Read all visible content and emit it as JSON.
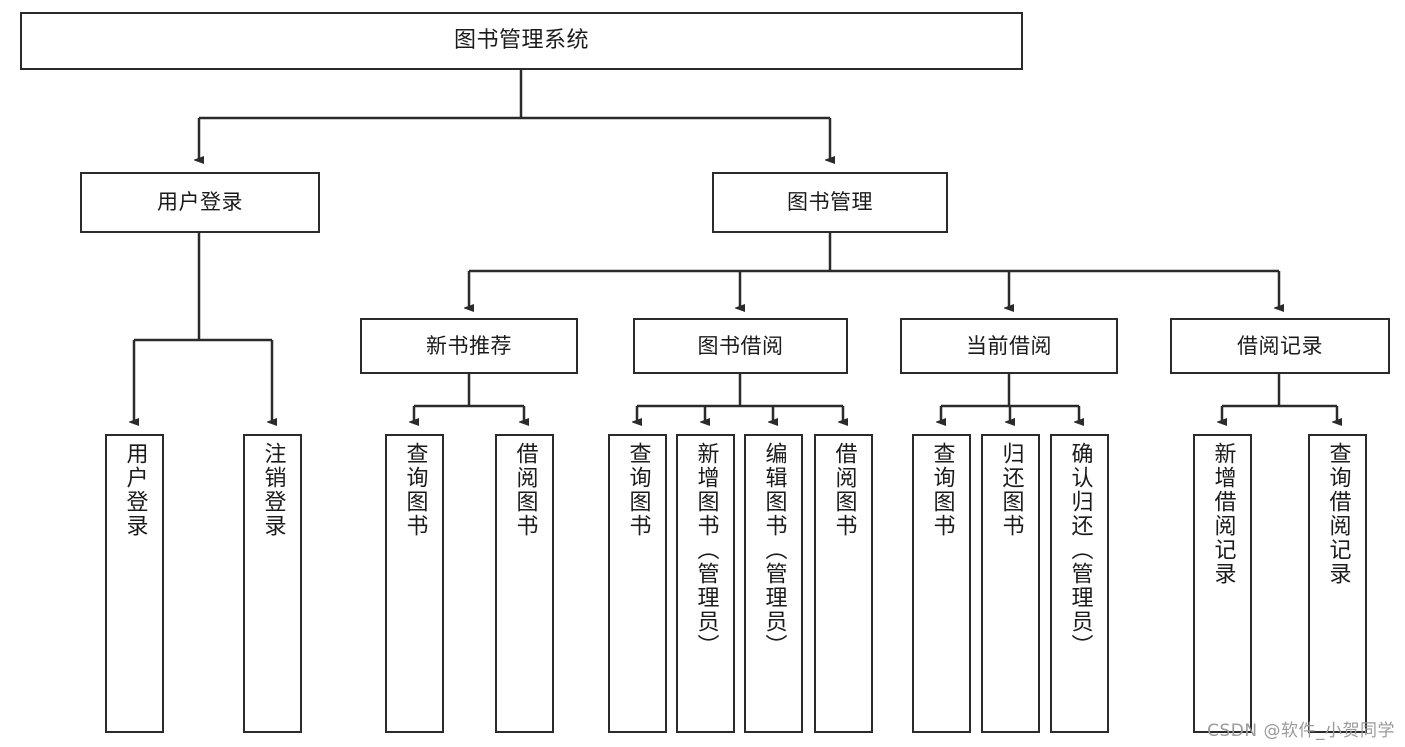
{
  "diagram": {
    "title": "图书管理系统",
    "type": "tree-structure-chart",
    "watermark": "CSDN @软件_小贺同学",
    "colors": {
      "stroke": "#2b2b2b",
      "fill": "#ffffff",
      "text": "#1b1b1b",
      "watermark": "#9a9a9a"
    }
  },
  "nodes": {
    "root": {
      "label": "图书管理系统"
    },
    "level1": [
      {
        "id": "user-login",
        "label": "用户登录"
      },
      {
        "id": "book-manage",
        "label": "图书管理"
      }
    ],
    "level2": [
      {
        "id": "new-book-recommend",
        "label": "新书推荐"
      },
      {
        "id": "book-borrow",
        "label": "图书借阅"
      },
      {
        "id": "current-borrow",
        "label": "当前借阅"
      },
      {
        "id": "borrow-record",
        "label": "借阅记录"
      }
    ],
    "leaves": {
      "user-login": [
        {
          "id": "leaf-user-login",
          "label": "用户登录"
        },
        {
          "id": "leaf-logout-login",
          "label": "注销登录"
        }
      ],
      "new-book-recommend": [
        {
          "id": "leaf-query-book-1",
          "label": "查询图书"
        },
        {
          "id": "leaf-borrow-book-1",
          "label": "借阅图书"
        }
      ],
      "book-borrow": [
        {
          "id": "leaf-query-book-2",
          "label": "查询图书"
        },
        {
          "id": "leaf-add-book",
          "label": "新增图书（管理员）"
        },
        {
          "id": "leaf-edit-book",
          "label": "编辑图书（管理员）"
        },
        {
          "id": "leaf-borrow-book-2",
          "label": "借阅图书"
        }
      ],
      "current-borrow": [
        {
          "id": "leaf-query-book-3",
          "label": "查询图书"
        },
        {
          "id": "leaf-return-book",
          "label": "归还图书"
        },
        {
          "id": "leaf-confirm-return",
          "label": "确认归还（管理员）"
        }
      ],
      "borrow-record": [
        {
          "id": "leaf-add-record",
          "label": "新增借阅记录"
        },
        {
          "id": "leaf-query-record",
          "label": "查询借阅记录"
        }
      ]
    }
  }
}
